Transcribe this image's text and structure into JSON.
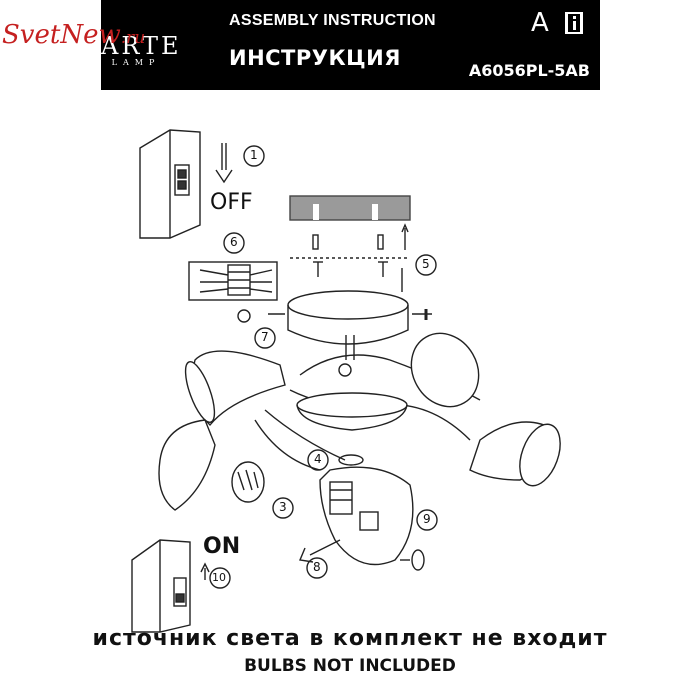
{
  "header": {
    "title_en": "ASSEMBLY INSTRUCTION",
    "title_ru": "ИНСТРУКЦИЯ",
    "model": "A6056PL-5AB",
    "series_letter": "A",
    "brand": "ARTE",
    "brand_sub": "LAMP",
    "book_icon": "info-book-icon"
  },
  "watermark": {
    "text_a": "Svet",
    "text_b": "New",
    "text_c": ".ru"
  },
  "labels": {
    "off": "OFF",
    "on": "ON"
  },
  "steps": [
    "1",
    "3",
    "4",
    "5",
    "6",
    "7",
    "8",
    "9",
    "10"
  ],
  "footer": {
    "note_ru": "источник света в комплект не входит",
    "note_en": "BULBS NOT INCLUDED"
  }
}
